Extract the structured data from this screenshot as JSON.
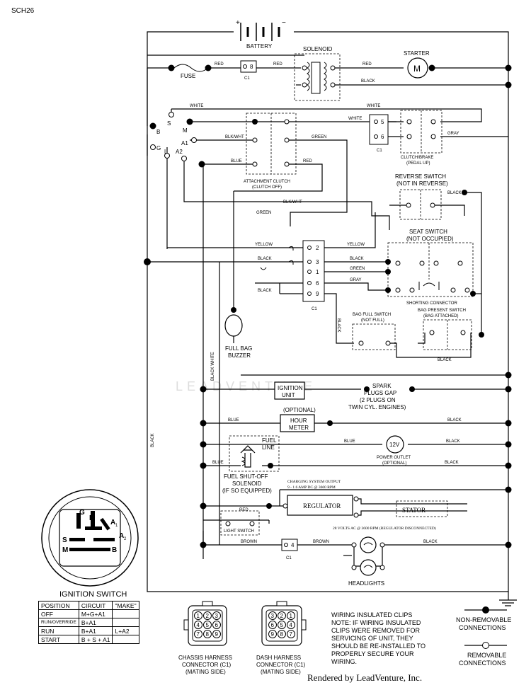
{
  "corner_code": "SCH26",
  "watermark": "LEADVENTURE",
  "battery": {
    "plus": "+",
    "minus": "−",
    "label": "BATTERY"
  },
  "solenoid": "SOLENOID",
  "starter": {
    "label": "STARTER",
    "symbol": "M"
  },
  "fuse": "FUSE",
  "wires": {
    "red": "RED",
    "black": "BLACK",
    "white": "WHITE",
    "green": "GREEN",
    "gray": "GRAY",
    "blue": "BLUE",
    "yellow": "YELLOW",
    "blkwht": "BLK/WHT",
    "black_white": "BLACK WHITE",
    "brown": "BROWN"
  },
  "ignition_terminals": {
    "b": "B",
    "s": "S",
    "m": "M",
    "g": "G",
    "l": "L",
    "a1": "A1",
    "a2": "A2"
  },
  "connector_c1": "C1",
  "pins": {
    "p8": "8",
    "p5": "5",
    "p6": "6",
    "p2": "2",
    "p3": "3",
    "p1": "1",
    "p6b": "6",
    "p9": "9",
    "p4": "4"
  },
  "attachment_clutch": [
    "ATTACHMENT CLUTCH",
    "(CLUTCH OFF)"
  ],
  "clutch_brake": [
    "CLUTCH/BRAKE",
    "(PEDAL UP)"
  ],
  "reverse_switch": [
    "REVERSE SWITCH",
    "(NOT IN REVERSE)"
  ],
  "seat_switch": [
    "SEAT SWITCH",
    "(NOT OCCUPIED)"
  ],
  "shorting_connector": "SHORTING CONNECTOR",
  "bag_present": [
    "BAG PRESENT SWITCH",
    "(BAG ATTACHED)"
  ],
  "bag_full": [
    "BAG FULL SWITCH",
    "(NOT FULL)"
  ],
  "full_bag_buzzer": [
    "FULL BAG",
    "BUZZER"
  ],
  "ignition_unit": [
    "IGNITION",
    "UNIT"
  ],
  "spark_plugs": [
    "SPARK",
    "PLUGS GAP",
    "(2 PLUGS ON",
    "TWIN CYL. ENGINES)"
  ],
  "optional": "(OPTIONAL)",
  "hour_meter": [
    "HOUR",
    "METER"
  ],
  "fuel_line": [
    "FUEL",
    "LINE"
  ],
  "power_outlet": {
    "symbol": "12V",
    "label": "POWER OUTLET",
    "note": "(OPTIONAL)"
  },
  "fuel_shutoff": [
    "FUEL SHUT-OFF",
    "SOLENOID",
    "(IF SO EQUIPPED)"
  ],
  "charging": [
    "CHARGING SYSTEM OUTPUT",
    "9 - 1 6 AMP DC @ 3600 RPM"
  ],
  "regulator": "REGULATOR",
  "stator": "STATOR",
  "stator_note": "28 VOLTS AC @ 3600 RPM (REGULATOR DISCONNECTED)",
  "light_switch": "LIGHT SWITCH",
  "headlights": "HEADLIGHTS",
  "ign_switch_title": "IGNITION SWITCH",
  "ign_face": {
    "g": "G",
    "l": "L",
    "a1": "A",
    "a1_sub": "1",
    "a2": "A",
    "a2_sub": "2",
    "s": "S",
    "m": "M",
    "b": "B"
  },
  "ign_table": {
    "headers": [
      "POSITION",
      "CIRCUIT",
      "\"MAKE\""
    ],
    "rows": [
      {
        "pos": "OFF",
        "circ": "M+G+A1",
        "make": ""
      },
      {
        "pos": "RUN/OVERRIDE",
        "circ": "B+A1",
        "make": ""
      },
      {
        "pos": "RUN",
        "circ": "B+A1",
        "make": "L+A2"
      },
      {
        "pos": "START",
        "circ": "B + S + A1",
        "make": ""
      }
    ]
  },
  "chassis_connector": {
    "label": [
      "CHASSIS HARNESS",
      "CONNECTOR (C1)",
      "(MATING SIDE)"
    ],
    "pins": [
      "1",
      "2",
      "3",
      "4",
      "5",
      "6",
      "7",
      "8",
      "9"
    ]
  },
  "dash_connector": {
    "label": [
      "DASH HARNESS",
      "CONNECTOR (C1)",
      "(MATING SIDE)"
    ],
    "pins": [
      "3",
      "2",
      "1",
      "6",
      "5",
      "4",
      "9",
      "8",
      "7"
    ]
  },
  "clips_note": [
    "WIRING INSULATED CLIPS",
    "NOTE: IF WIRING INSULATED",
    "CLIPS WERE REMOVED FOR",
    "SERVICING OF UNIT, THEY",
    "SHOULD BE RE-INSTALLED TO",
    "PROPERLY SECURE YOUR",
    "WIRING."
  ],
  "legend": {
    "nonremovable": [
      "NON-REMOVABLE",
      "CONNECTIONS"
    ],
    "removable": [
      "REMOVABLE",
      "CONNECTIONS"
    ]
  },
  "footer": "Rendered by LeadVenture, Inc."
}
